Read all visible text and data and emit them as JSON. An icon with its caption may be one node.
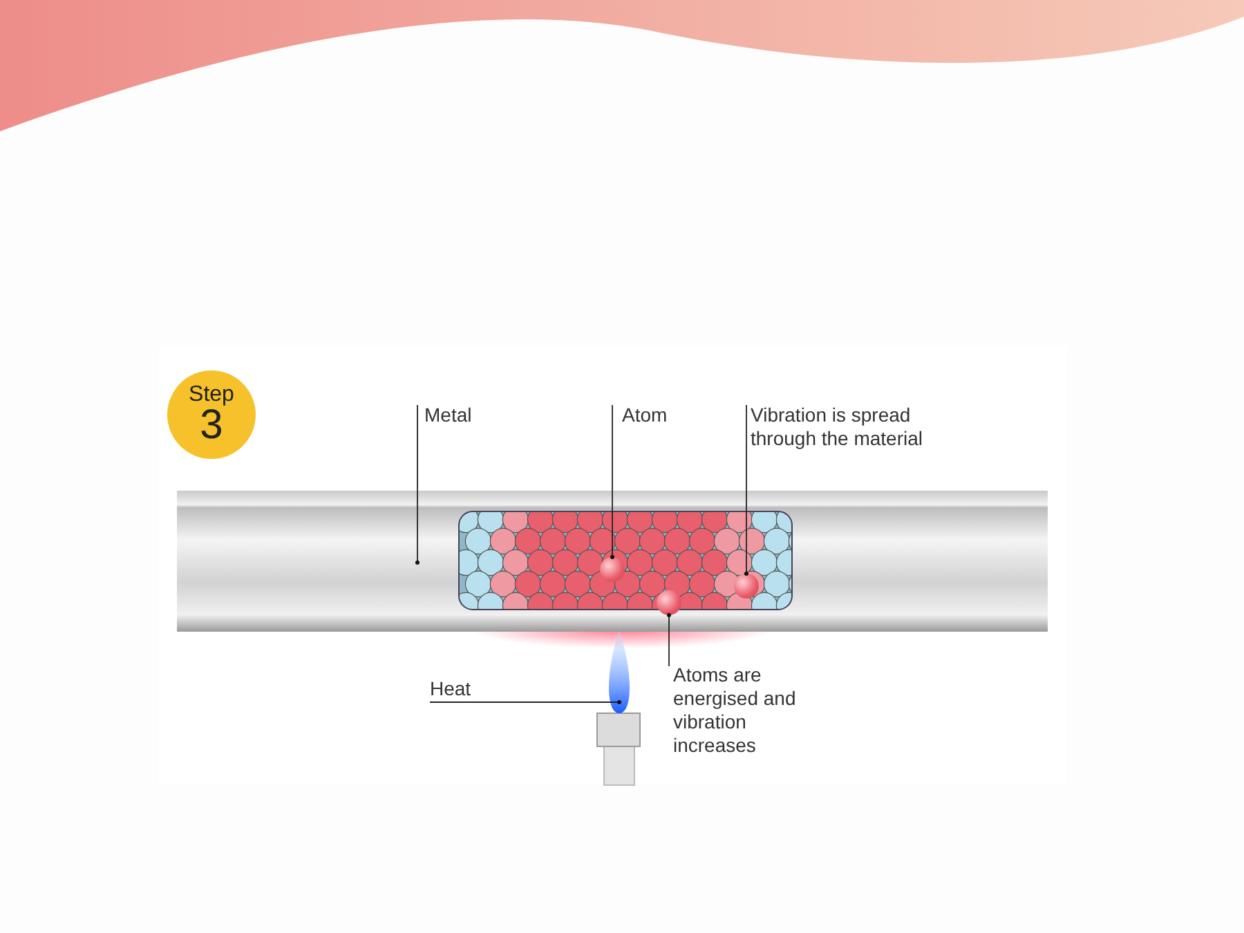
{
  "diagram": {
    "nodes": [
      {
        "text": [
          "Step",
          "3"
        ]
      },
      {
        "text": [
          "Metal"
        ]
      },
      {
        "text": [
          "Atom"
        ]
      },
      {
        "text": [
          "Vibration is spread through the material"
        ]
      },
      {
        "text": [
          "Atoms are energised and vibration increases"
        ]
      },
      {
        "text": [
          "Heat"
        ]
      },
      {
        "text": [],
        "shape": "bar"
      },
      {
        "text": [],
        "shape": "circle",
        "in": 6
      },
      {
        "text": [],
        "shape": "circle",
        "in": 6
      },
      {
        "text": [],
        "shape": "circle",
        "in": 6
      },
      {
        "text": [],
        "shape": "picture"
      }
    ],
    "edges": [
      {
        "from": 1,
        "to": 6,
        "arrow": "other"
      },
      {
        "from": 2,
        "to": 7,
        "arrow": "other"
      },
      {
        "from": 3,
        "to": 8,
        "arrow": "other"
      },
      {
        "from": 4,
        "to": 9,
        "arrow": "other"
      },
      {
        "from": 5,
        "to": 10,
        "arrow": "other"
      }
    ]
  }
}
